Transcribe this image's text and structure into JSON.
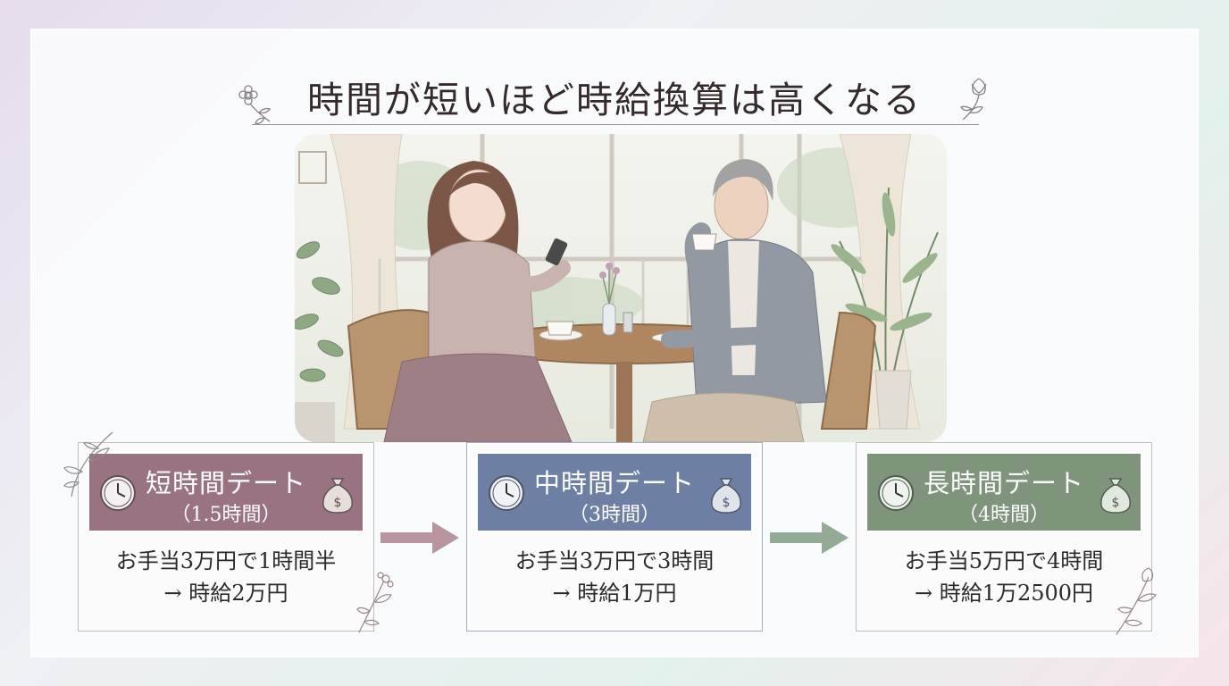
{
  "title": "時間が短いほど時給換算は高くなる",
  "colors": {
    "short": "#9a7383",
    "medium": "#6d7fa3",
    "long": "#7e957c",
    "arrow_short": "#b8949e",
    "arrow_medium": "#93ab96"
  },
  "cards": [
    {
      "title": "短時間デート",
      "subtitle": "（1.5時間）",
      "line1": "お手当3万円で1時間半",
      "line2": "→ 時給2万円",
      "left_icon": "clock-icon",
      "right_icon": "money-bag-icon"
    },
    {
      "title": "中時間デート",
      "subtitle": "（3時間）",
      "line1": "お手当3万円で3時間",
      "line2": "→ 時給1万円",
      "left_icon": "clock-icon",
      "right_icon": "money-bag-icon"
    },
    {
      "title": "長時間デート",
      "subtitle": "（4時間）",
      "line1": "お手当5万円で4時間",
      "line2": "→ 時給1万2500円",
      "left_icon": "clock-icon",
      "right_icon": "money-bag-icon"
    }
  ]
}
